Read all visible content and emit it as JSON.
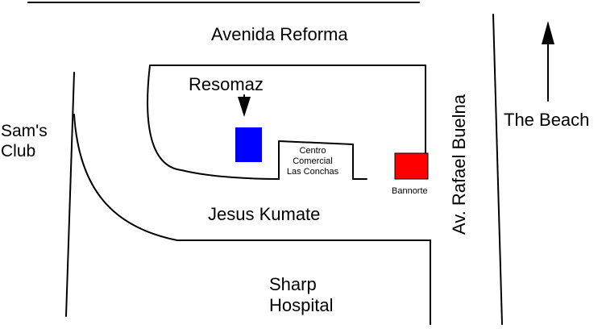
{
  "streets": {
    "top": "Avenida Reforma",
    "middle": "Jesus Kumate",
    "right": "Av. Rafael Buelna"
  },
  "places": {
    "resomaz": "Resomaz",
    "sams_club": "Sam's\nClub",
    "centro_comercial": "Centro\nComercial\nLas Conchas",
    "bannorte": "Bannorte",
    "sharp_hospital": "Sharp\nHospital"
  },
  "direction": {
    "beach": "The Beach"
  },
  "colors": {
    "resomaz_marker": "#0000ff",
    "bannorte_marker": "#ff0000",
    "line": "#000000"
  }
}
